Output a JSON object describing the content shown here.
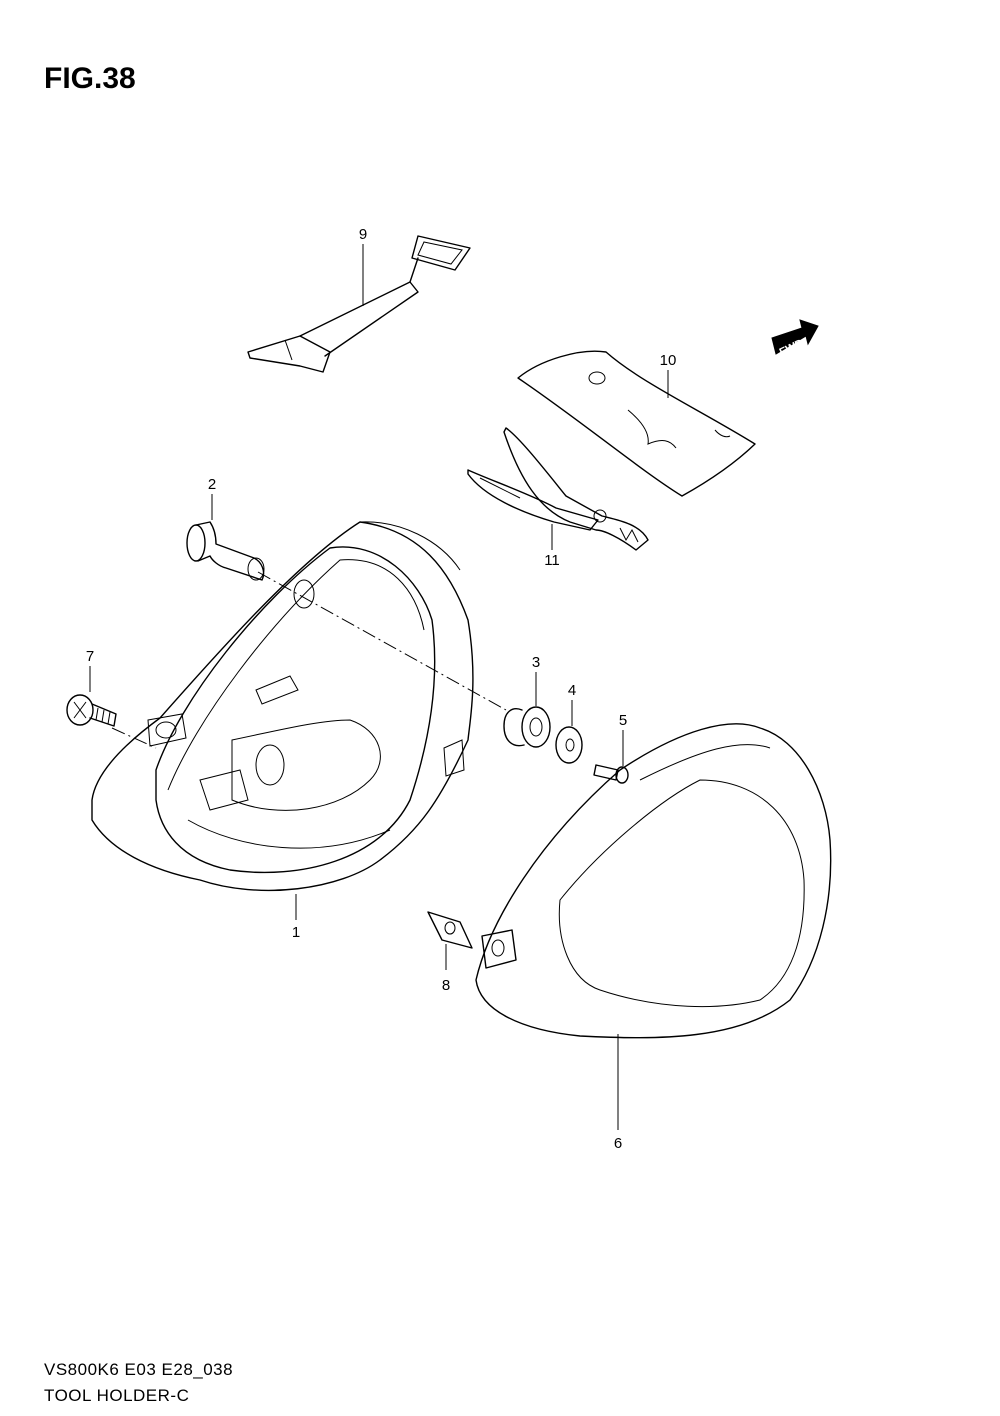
{
  "header": {
    "title": "FIG.38"
  },
  "footer": {
    "code": "VS800K6 E03 E28_038",
    "name": "TOOL HOLDER-C"
  },
  "direction_arrow": {
    "label": "FWD"
  },
  "callouts": [
    {
      "id": "1",
      "label": "1"
    },
    {
      "id": "2",
      "label": "2"
    },
    {
      "id": "3",
      "label": "3"
    },
    {
      "id": "4",
      "label": "4"
    },
    {
      "id": "5",
      "label": "5"
    },
    {
      "id": "6",
      "label": "6"
    },
    {
      "id": "7",
      "label": "7"
    },
    {
      "id": "8",
      "label": "8"
    },
    {
      "id": "9",
      "label": "9"
    },
    {
      "id": "10",
      "label": "10"
    },
    {
      "id": "11",
      "label": "11"
    }
  ]
}
